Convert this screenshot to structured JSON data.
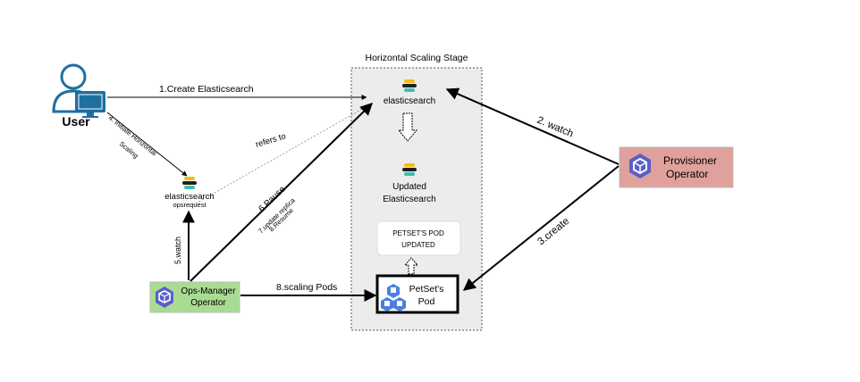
{
  "stage": {
    "title": "Horizontal Scaling Stage"
  },
  "user": {
    "label": "User"
  },
  "elasticsearch": {
    "brand": "elasticsearch"
  },
  "opsrequest": {
    "brand": "elasticsearch",
    "sub": "opsrequest"
  },
  "updated": {
    "line1": "Updated",
    "line2": "Elasticsearch"
  },
  "petset_updated": {
    "line1": "PETSET'S POD",
    "line2": "UPDATED"
  },
  "petset_pod": {
    "line1": "PetSet's",
    "line2": "Pod"
  },
  "provisioner": {
    "line1": "Provisioner",
    "line2": "Operator"
  },
  "ops_manager": {
    "line1": "Ops-Manager",
    "line2": "Operator"
  },
  "arrows": {
    "create_es": "1.Create Elasticsearch",
    "watch_2": "2. watch",
    "create_3": "3.create",
    "initiate_1": "4. Initiate Horizontal",
    "initiate_2": "Scaling",
    "watch_5": "5.watch",
    "pause": "6.Pause",
    "update_replica": "7.update replica",
    "resume": "8.Resume",
    "refers_to": "refers to",
    "scaling_pods": "8.scaling Pods"
  },
  "colors": {
    "provisioner_bg": "#e0a19c",
    "ops_manager_bg": "#a9dc92",
    "stage_bg": "#ececec",
    "icon_blue": "#5a5fc8",
    "user_blue": "#1f6fa0"
  }
}
